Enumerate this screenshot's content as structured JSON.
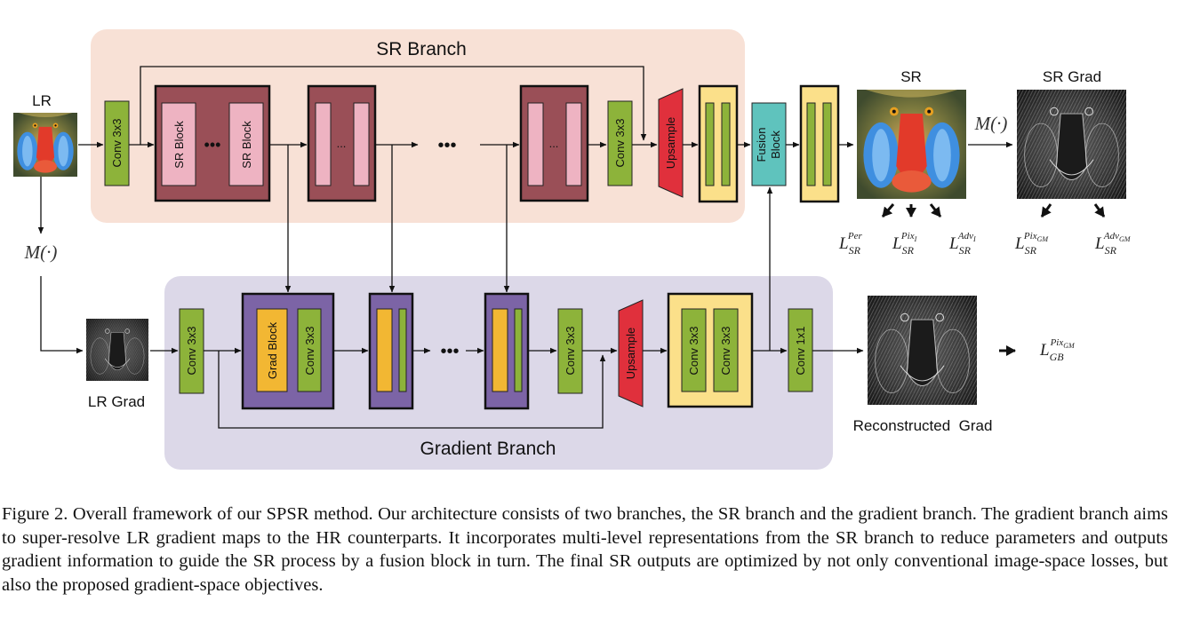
{
  "branches": {
    "sr": "SR Branch",
    "gradient": "Gradient Branch"
  },
  "labels": {
    "lr": "LR",
    "lr_grad": "LR Grad",
    "sr": "SR",
    "sr_grad": "SR Grad",
    "reconstructed_grad": "Reconstructed  Grad",
    "m_op": "M(·)"
  },
  "blocks": {
    "conv3x3": "Conv 3x3",
    "conv1x1": "Conv 1x1",
    "sr_block": "SR Block",
    "grad_block": "Grad Block",
    "upsample": "Upsample",
    "fusion_line1": "Fusion",
    "fusion_line2": "Block",
    "dots": "•••",
    "small_dots": "..."
  },
  "losses": {
    "script": "L",
    "sr_per_sub": "SR",
    "sr_per_sup": "Per",
    "sr_pixi_sub": "SR",
    "sr_pixi_sup": "Pix",
    "sr_pixi_sup2": "I",
    "sr_advi_sub": "SR",
    "sr_advi_sup": "Adv",
    "sr_advi_sup2": "I",
    "sr_pixgm_sub": "SR",
    "sr_pixgm_sup": "Pix",
    "sr_pixgm_sup2": "GM",
    "sr_advgm_sub": "SR",
    "sr_advgm_sup": "Adv",
    "sr_advgm_sup2": "GM",
    "gb_pixgm_sub": "GB",
    "gb_pixgm_sup": "Pix",
    "gb_pixgm_sup2": "GM"
  },
  "caption": "Figure 2. Overall framework of our SPSR method. Our architecture consists of two branches, the SR branch and the gradient branch. The gradient branch aims to super-resolve LR gradient maps to the HR counterparts. It incorporates multi-level representations from the SR branch to reduce parameters and outputs gradient information to guide the SR process by a fusion block in turn. The final SR outputs are optimized by not only conventional image-space losses, but also the proposed gradient-space objectives.",
  "colors": {
    "sr_bg": "#f8e1d6",
    "grad_bg": "#dcd8e8",
    "conv_green": "#8db33a",
    "sr_block_maroon": "#9a4f57",
    "sr_inner_pink": "#eeb3c2",
    "grad_block_purple": "#7c64a6",
    "grad_inner_orange": "#f2b733",
    "upsample_red": "#e0303c",
    "yellow_block": "#fbe08a",
    "fusion_teal": "#5fc3bd"
  }
}
